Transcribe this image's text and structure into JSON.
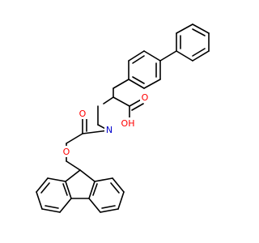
{
  "molecule": {
    "atoms": {
      "n": {
        "label": "N",
        "color": "#0000cc"
      },
      "o_carbonyl": {
        "label": "O",
        "color": "#ff0000"
      },
      "o_ether": {
        "label": "O",
        "color": "#ff0000"
      },
      "o_acid": {
        "label": "O",
        "color": "#ff0000"
      },
      "oh_acid": {
        "label": "OH",
        "color": "#ff0000"
      }
    },
    "bond_color": "#000000"
  }
}
